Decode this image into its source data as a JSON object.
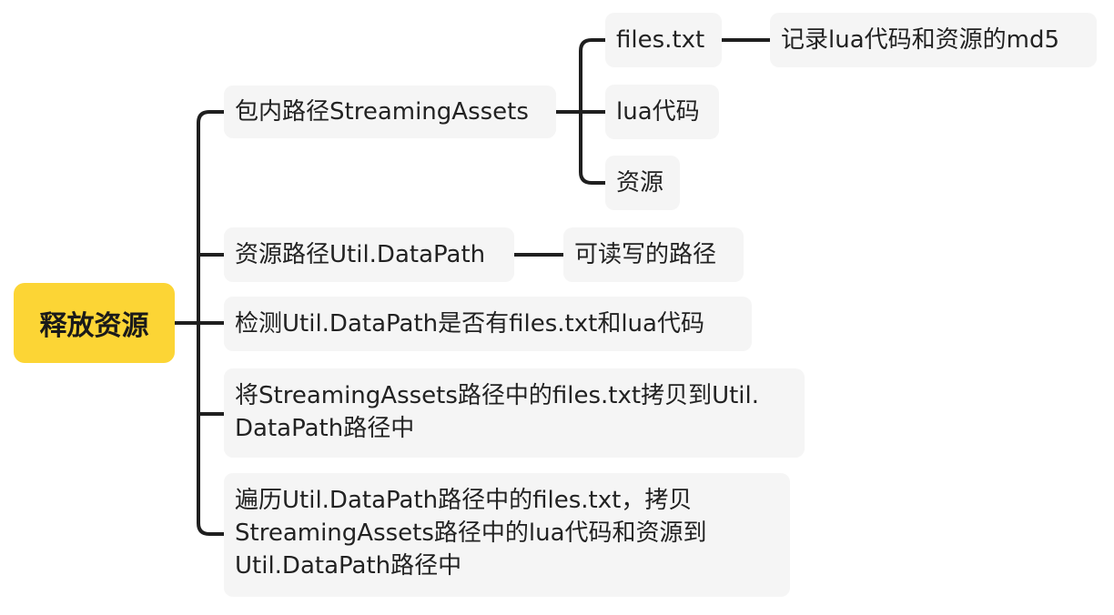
{
  "colors": {
    "root_background": "#fcd535",
    "node_background": "#f5f5f5",
    "connector": "#1f1f1f",
    "text": "#222222"
  },
  "root": {
    "label": "释放资源"
  },
  "branches": [
    {
      "label": "包内路径StreamingAssets",
      "children": [
        {
          "label": "files.txt",
          "children": [
            {
              "label": "记录lua代码和资源的md5"
            }
          ]
        },
        {
          "label": "lua代码"
        },
        {
          "label": "资源"
        }
      ]
    },
    {
      "label": "资源路径Util.DataPath",
      "children": [
        {
          "label": "可读写的路径"
        }
      ]
    },
    {
      "label": "检测Util.DataPath是否有files.txt和lua代码"
    },
    {
      "lines": [
        "将StreamingAssets路径中的files.txt拷贝到Util.",
        "DataPath路径中"
      ]
    },
    {
      "lines": [
        "遍历Util.DataPath路径中的files.txt，拷贝",
        "StreamingAssets路径中的lua代码和资源到",
        "Util.DataPath路径中"
      ]
    }
  ]
}
